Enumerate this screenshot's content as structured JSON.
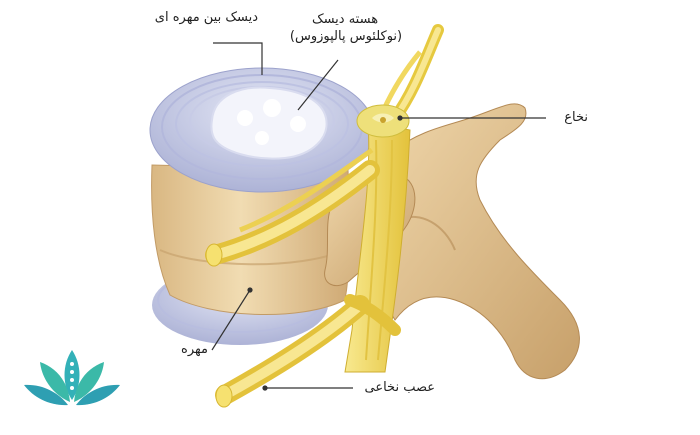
{
  "labels": {
    "disc": "دیسک بین مهره ای",
    "nucleus_line1": "هسته دیسک",
    "nucleus_line2": "(نوکلئوس پالپوزوس)",
    "spinal_cord": "نخاع",
    "vertebra": "مهره",
    "spinal_nerve": "عصب نخاعی"
  },
  "colors": {
    "disc_blue": "#c9cde6",
    "disc_ring": "#aab0d6",
    "nucleus_white": "#f3f4fb",
    "bone": "#e2c28f",
    "bone_dark": "#c9a46e",
    "nerve_yellow": "#f3d75a",
    "nerve_dark": "#d7b631",
    "logo_teal": "#2fa3b3",
    "leader_line": "#333333"
  },
  "icons": {
    "logo": "lotus-logo-icon"
  }
}
